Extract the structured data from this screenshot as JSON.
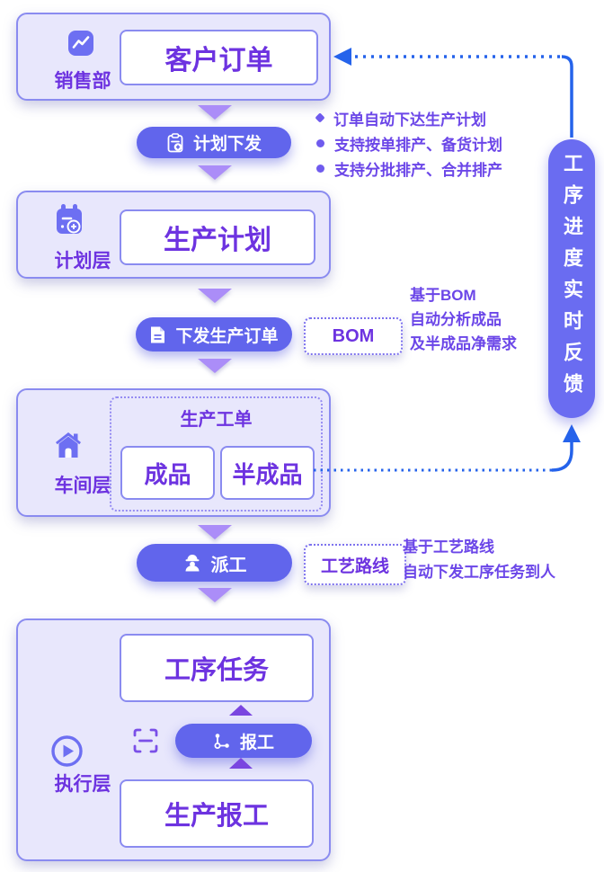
{
  "colors": {
    "accent_pill": "#6165ec",
    "violet_text": "#6d33e0",
    "box_bg": "#e8e7fc",
    "box_border": "#8a8bf0",
    "blue_connector": "#2563eb",
    "triangle_light": "#ab8df8",
    "triangle_dark": "#7a46e0",
    "annotation_text": "#6b46e8"
  },
  "sales": {
    "label": "销售部",
    "card": "客户订单"
  },
  "pill_plan": {
    "label": "计划下发"
  },
  "plan": {
    "label": "计划层",
    "card": "生产计划"
  },
  "pill_order": {
    "label": "下发生产订单"
  },
  "bom": {
    "label": "BOM"
  },
  "workshop": {
    "label": "车间层",
    "group_title": "生产工单",
    "card_finished": "成品",
    "card_semi": "半成品"
  },
  "pill_dispatch": {
    "label": "派工"
  },
  "route": {
    "label": "工艺路线"
  },
  "execute": {
    "label": "执行层",
    "card_task": "工序任务",
    "pill_report": "报工",
    "card_report": "生产报工"
  },
  "feedback": {
    "label": "工序进度实时反馈"
  },
  "notes": {
    "plan_items": [
      "订单自动下达生产计划",
      "支持按单排产、备货计划",
      "支持分批排产、合并排产"
    ],
    "bom_lines": [
      "基于BOM",
      "自动分析成品",
      "及半成品净需求"
    ],
    "route_lines": [
      "基于工艺路线",
      "自动下发工序任务到人"
    ]
  }
}
